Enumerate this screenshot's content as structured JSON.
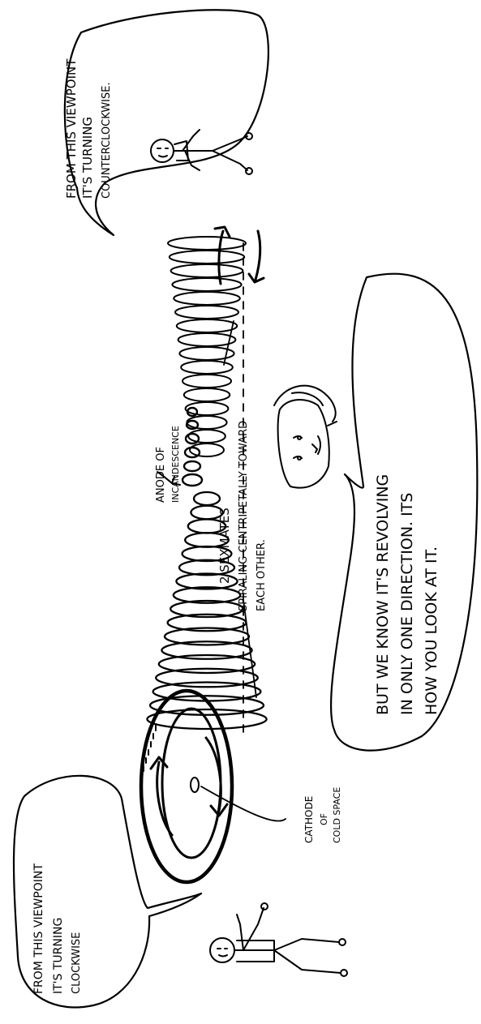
{
  "bubble_top_right": {
    "line1": "FROM THIS VIEWPOINT",
    "line2": "IT'S TURNING",
    "line3": "COUNTERCLOCKWISE."
  },
  "anode_label": {
    "line1": "ANODE OF",
    "line2": "INCANDESCENCE"
  },
  "spiral_caption": {
    "line1": "2 SEXMATES",
    "line2": "SPIRALING CENTRIPETALLY TOWARD",
    "line3": "EACH OTHER."
  },
  "bubble_middle": {
    "line1": "BUT WE KNOW IT'S REVOLVING",
    "line2": "IN ONLY ONE DIRECTION. ITS",
    "line3": "HOW YOU LOOK AT IT."
  },
  "cathode_label": {
    "line1": "CATHODE",
    "line2": "OF",
    "line3": "COLD SPACE"
  },
  "bubble_bottom_left": {
    "line1": "FROM THIS VIEWPOINT",
    "line2": "IT'S TURNING",
    "line3": "CLOCKWISE"
  }
}
